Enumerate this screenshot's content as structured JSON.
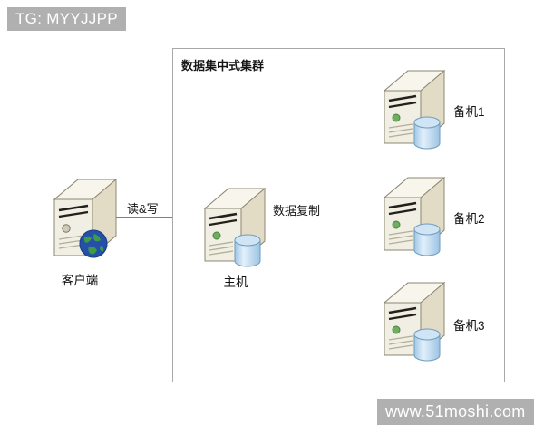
{
  "watermarks": {
    "top": "TG: MYYJJPP",
    "bottom": "www.51moshi.com"
  },
  "cluster": {
    "title": "数据集中式集群"
  },
  "nodes": {
    "client": {
      "label": "客户端",
      "icon": "desktop-tower-icon",
      "badge": "globe-icon"
    },
    "master": {
      "label": "主机",
      "icon": "server-tower-icon",
      "badge": "database-cylinder-icon"
    },
    "standbys": [
      {
        "label": "备机1",
        "icon": "server-tower-icon",
        "badge": "database-cylinder-icon"
      },
      {
        "label": "备机2",
        "icon": "server-tower-icon",
        "badge": "database-cylinder-icon"
      },
      {
        "label": "备机3",
        "icon": "server-tower-icon",
        "badge": "database-cylinder-icon"
      }
    ]
  },
  "edges": {
    "client_to_master": "读&写",
    "master_to_standbys": "数据复制"
  },
  "colors": {
    "background": "#ffffff",
    "box_border": "#a8a8a8",
    "watermark_bg": "#b0b0b0",
    "watermark_text": "#ffffff",
    "connector": "#555555",
    "tower_face": "#efece0",
    "tower_side": "#d8d2bc",
    "tower_top": "#f6f4ea",
    "tower_outline": "#8d8872",
    "db_fill": "#bcd9ef",
    "db_stroke": "#7fa6c4",
    "globe_ocean": "#2550a8",
    "globe_land": "#3f9b45"
  }
}
